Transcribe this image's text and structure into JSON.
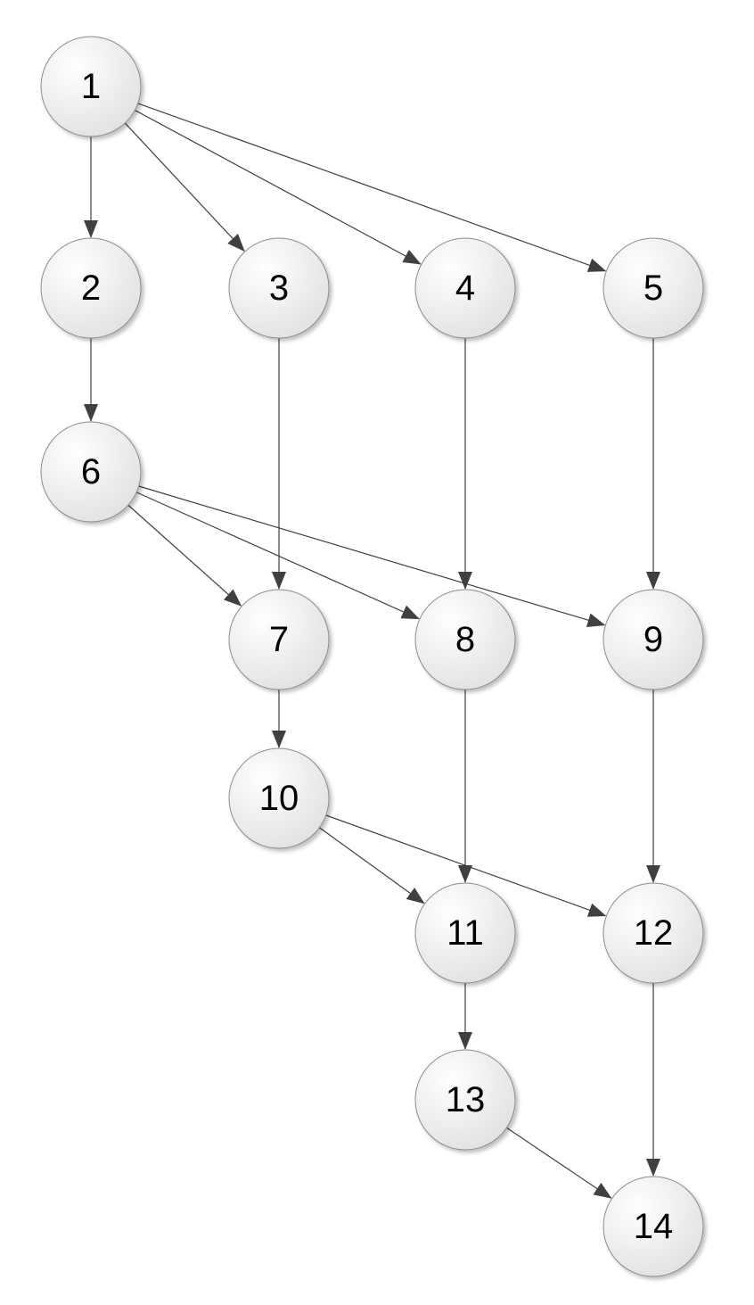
{
  "nodes": [
    {
      "id": "1",
      "label": "1"
    },
    {
      "id": "2",
      "label": "2"
    },
    {
      "id": "3",
      "label": "3"
    },
    {
      "id": "4",
      "label": "4"
    },
    {
      "id": "5",
      "label": "5"
    },
    {
      "id": "6",
      "label": "6"
    },
    {
      "id": "7",
      "label": "7"
    },
    {
      "id": "8",
      "label": "8"
    },
    {
      "id": "9",
      "label": "9"
    },
    {
      "id": "10",
      "label": "10"
    },
    {
      "id": "11",
      "label": "11"
    },
    {
      "id": "12",
      "label": "12"
    },
    {
      "id": "13",
      "label": "13"
    },
    {
      "id": "14",
      "label": "14"
    }
  ],
  "edges": [
    {
      "from": "1",
      "to": "2"
    },
    {
      "from": "1",
      "to": "3"
    },
    {
      "from": "1",
      "to": "4"
    },
    {
      "from": "1",
      "to": "5"
    },
    {
      "from": "2",
      "to": "6"
    },
    {
      "from": "3",
      "to": "7"
    },
    {
      "from": "4",
      "to": "8"
    },
    {
      "from": "5",
      "to": "9"
    },
    {
      "from": "6",
      "to": "7"
    },
    {
      "from": "6",
      "to": "8"
    },
    {
      "from": "6",
      "to": "9"
    },
    {
      "from": "7",
      "to": "10"
    },
    {
      "from": "8",
      "to": "11"
    },
    {
      "from": "9",
      "to": "12"
    },
    {
      "from": "10",
      "to": "11"
    },
    {
      "from": "10",
      "to": "12"
    },
    {
      "from": "11",
      "to": "13"
    },
    {
      "from": "12",
      "to": "14"
    },
    {
      "from": "13",
      "to": "14"
    }
  ],
  "colors": {
    "node_fill_light": "#ffffff",
    "node_fill_dark": "#e2e2e2",
    "node_stroke": "#8c8c8c",
    "edge": "#404040",
    "label": "#000000"
  }
}
